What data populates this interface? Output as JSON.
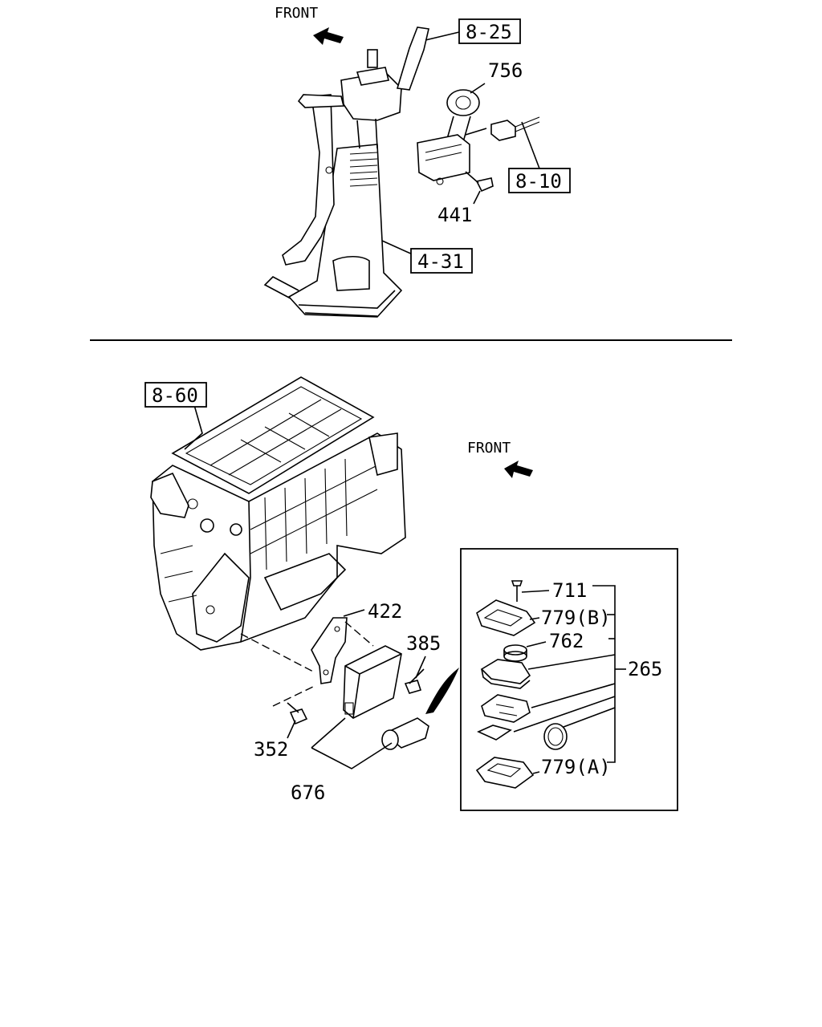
{
  "top": {
    "front_label": "FRONT",
    "refs": {
      "r825": "8-25",
      "r810": "8-10",
      "r431": "4-31"
    },
    "parts": {
      "p756": "756",
      "p441": "441"
    }
  },
  "bottom": {
    "front_label": "FRONT",
    "refs": {
      "r860": "8-60"
    },
    "parts": {
      "p422": "422",
      "p385": "385",
      "p352": "352",
      "p676": "676",
      "p711": "711",
      "p779b": "779(B)",
      "p762": "762",
      "p265": "265",
      "p779a": "779(A)"
    }
  },
  "icons": [
    "front-arrow-icon",
    "bolt-icon",
    "key-fob-icon",
    "control-unit-icon"
  ]
}
